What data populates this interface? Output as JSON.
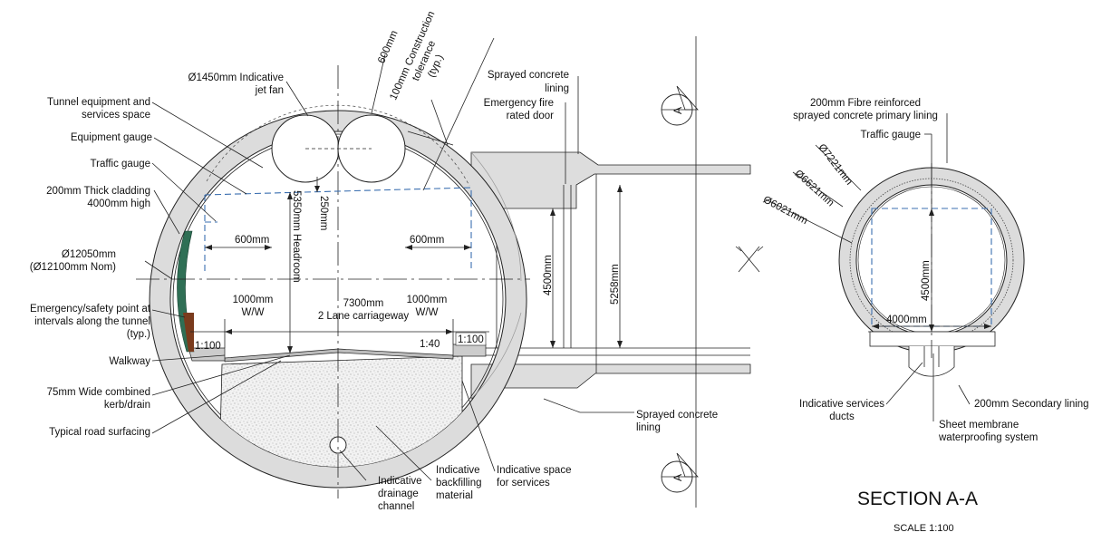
{
  "labels": {
    "jet_fan": [
      "Ø1450mm Indicative",
      "jet fan"
    ],
    "equipment_space": [
      "Tunnel equipment and",
      "services space"
    ],
    "equipment_gauge": [
      "Equipment gauge"
    ],
    "traffic_gauge": [
      "Traffic gauge"
    ],
    "cladding": [
      "200mm Thick cladding",
      "4000mm high"
    ],
    "diameter": [
      "Ø12050mm",
      "(Ø12100mm Nom)"
    ],
    "emergency_point": [
      "Emergency/safety point at",
      "intervals along the tunnel",
      "(typ.)"
    ],
    "walkway": [
      "Walkway"
    ],
    "kerb": [
      "75mm Wide combined",
      "kerb/drain"
    ],
    "road_surfacing": [
      "Typical road surfacing"
    ],
    "drainage": [
      "Indicative",
      "drainage",
      "channel"
    ],
    "backfilling": [
      "Indicative",
      "backfilling",
      "material"
    ],
    "services_space": [
      "Indicative space",
      "for services"
    ],
    "sprayed_top": [
      "Sprayed concrete",
      "lining"
    ],
    "fire_door": [
      "Emergency fire",
      "rated door"
    ],
    "sprayed_bottom": [
      "Sprayed concrete",
      "lining"
    ],
    "fibre_lining": [
      "200mm Fibre reinforced",
      "sprayed concrete primary lining"
    ],
    "traffic_gauge_small": [
      "Traffic gauge"
    ],
    "services_ducts": [
      "Indicative services",
      "ducts"
    ],
    "secondary_lining": [
      "200mm Secondary lining"
    ],
    "membrane": [
      "Sheet membrane",
      "waterproofing system"
    ]
  },
  "dims": {
    "d600_top": "600mm",
    "tolerance": [
      "100mm Construction",
      "tolerance",
      "(typ.)"
    ],
    "d250": "250mm",
    "headroom": "5350mm Headroom",
    "d600_left": "600mm",
    "d600_right": "600mm",
    "ww_left": [
      "1000mm",
      "W/W"
    ],
    "ww_right": [
      "1000mm",
      "W/W"
    ],
    "carriageway": [
      "7300mm",
      "2 Lane carriageway"
    ],
    "slope_left": "1:100",
    "slope_mid": "1:40",
    "slope_right": "1:100",
    "d4500": "4500mm",
    "d5258": "5258mm",
    "dia7221": "Ø7221mm",
    "dia6621": "Ø6621mm",
    "dia6021": "Ø6021mm",
    "s4500": "4500mm",
    "s4000": "4000mm"
  },
  "section_marker": {
    "top": "A",
    "bottom": "A"
  },
  "title": {
    "text": "SECTION A-A",
    "scale": "SCALE 1:100"
  }
}
